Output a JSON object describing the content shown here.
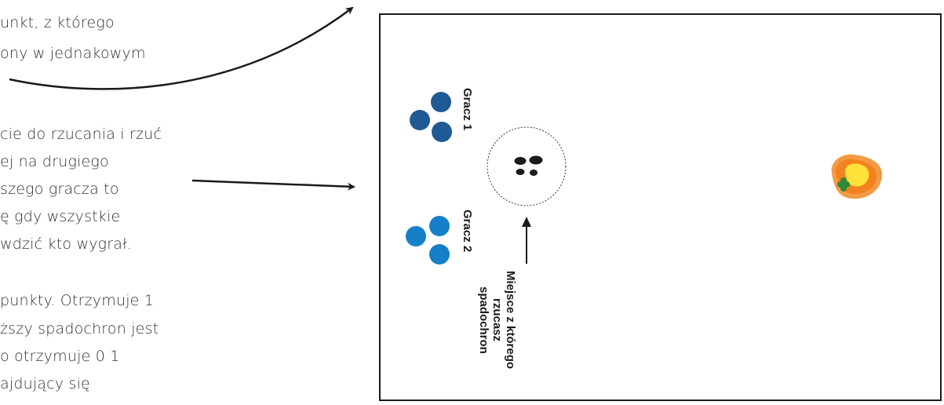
{
  "instructions": [
    "unkt, z którego",
    "ony w jednakowym",
    "cie do rzucania i rzuć",
    "ej na drugiego",
    "szego gracza to",
    "ę gdy wszystkie",
    "wdzić kto wygrał.",
    "punkty. Otrzymuje 1",
    "ższy spadochron jest",
    "o otrzymuje 0 1",
    "ajdujący się"
  ],
  "board": {
    "player1_label": "Gracz 1",
    "player2_label": "Gracz 2",
    "throw_place_label": [
      "Miejsce z którego",
      "rzucasz",
      "spadochron"
    ],
    "colors": {
      "player1": "#1f5a94",
      "player2": "#1580c8",
      "target_outer": "#f39a45",
      "target_mid": "#f2821e",
      "target_inner": "#ffe23a",
      "clover": "#2e8b3a"
    },
    "icons": {
      "throw_spot": "footprints-icon",
      "target": "target-blob-icon"
    }
  }
}
